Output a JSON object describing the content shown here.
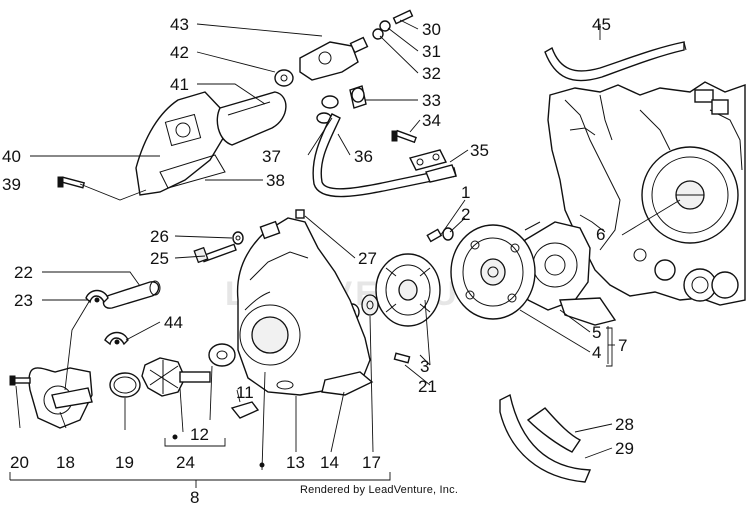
{
  "diagram": {
    "watermark_text": "LEADVENTURE",
    "credit": "Rendered by LeadVenture, Inc.",
    "callouts": {
      "c1": "1",
      "c2": "2",
      "c3": "3",
      "c4": "4",
      "c5": "5",
      "c6": "6",
      "c7": "7",
      "c8": "8",
      "c11": "11",
      "c12": "12",
      "c13": "13",
      "c14": "14",
      "c17": "17",
      "c18": "18",
      "c19": "19",
      "c20": "20",
      "c21": "21",
      "c22": "22",
      "c23": "23",
      "c24": "24",
      "c25": "25",
      "c26": "26",
      "c27": "27",
      "c28": "28",
      "c29": "29",
      "c30": "30",
      "c31": "31",
      "c32": "32",
      "c33": "33",
      "c34": "34",
      "c35": "35",
      "c36": "36",
      "c37": "37",
      "c38": "38",
      "c39": "39",
      "c40": "40",
      "c41": "41",
      "c42": "42",
      "c43": "43",
      "c44": "44",
      "c45": "45"
    }
  }
}
